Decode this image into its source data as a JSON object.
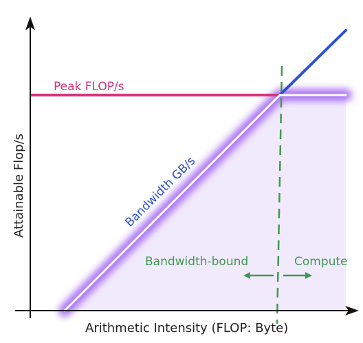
{
  "chart_data": {
    "type": "line",
    "title": "",
    "xlabel": "Arithmetic Intensity (FLOP: Byte)",
    "ylabel": "Attainable Flop/s",
    "grid": false,
    "log_scale": false,
    "series": [
      {
        "name": "Peak FLOP/s",
        "color": "#d6337a"
      },
      {
        "name": "Bandwidth GB/s",
        "color": "#2a4fd6"
      }
    ],
    "regions": [
      {
        "label": "Bandwidth-bound",
        "side": "left-of-ridge"
      },
      {
        "label": "Compute",
        "side": "right-of-ridge"
      }
    ],
    "ridge_point_marker": "dashed-vertical",
    "colors": {
      "axis": "#111111",
      "roof": "#ffffff",
      "glow": "#a86ff2",
      "shade": "#f1eafc",
      "ridge": "#3f9a4f",
      "region_text": "#3f9a4f"
    }
  }
}
